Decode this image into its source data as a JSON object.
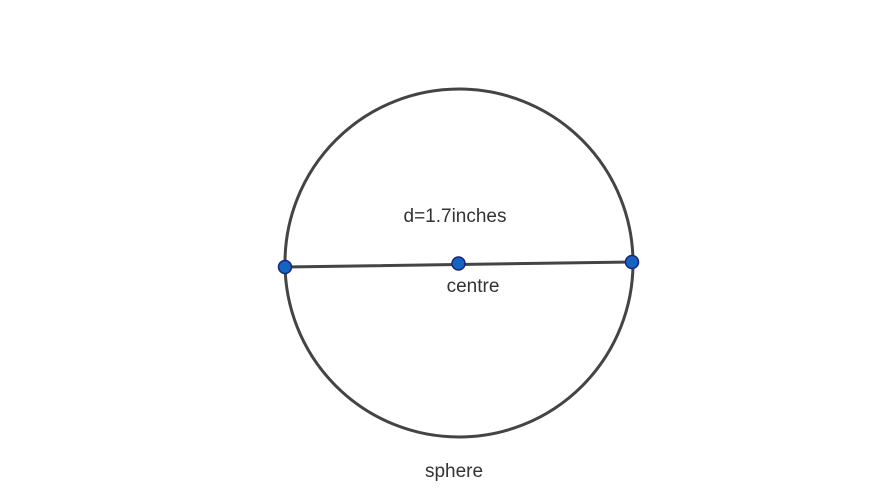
{
  "diagram": {
    "diameter_label": "d=1.7inches",
    "center_label": "centre",
    "caption": "sphere"
  },
  "colors": {
    "background": "#ffffff",
    "stroke": "#444444",
    "point_fill": "#1565c0",
    "point_stroke": "#1a237e",
    "text": "#333333"
  }
}
